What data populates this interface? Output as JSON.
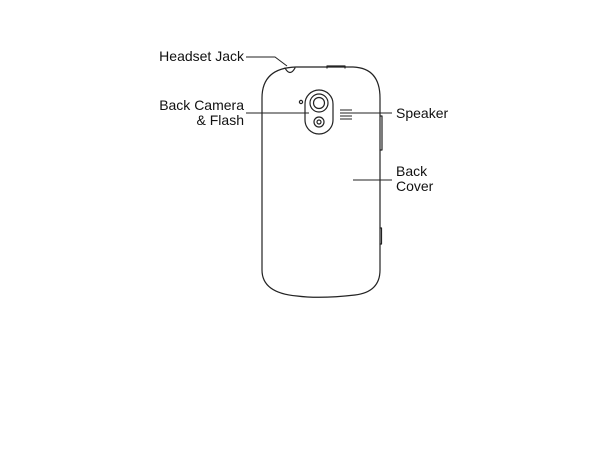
{
  "callouts": {
    "headset_jack": {
      "text": "Headset Jack"
    },
    "back_camera_flash": {
      "line1": "Back Camera",
      "line2": "& Flash"
    },
    "speaker": {
      "text": "Speaker"
    },
    "back_cover": {
      "line1": "Back",
      "line2": "Cover"
    }
  },
  "colors": {
    "outline": "#222222",
    "text": "#111111"
  }
}
